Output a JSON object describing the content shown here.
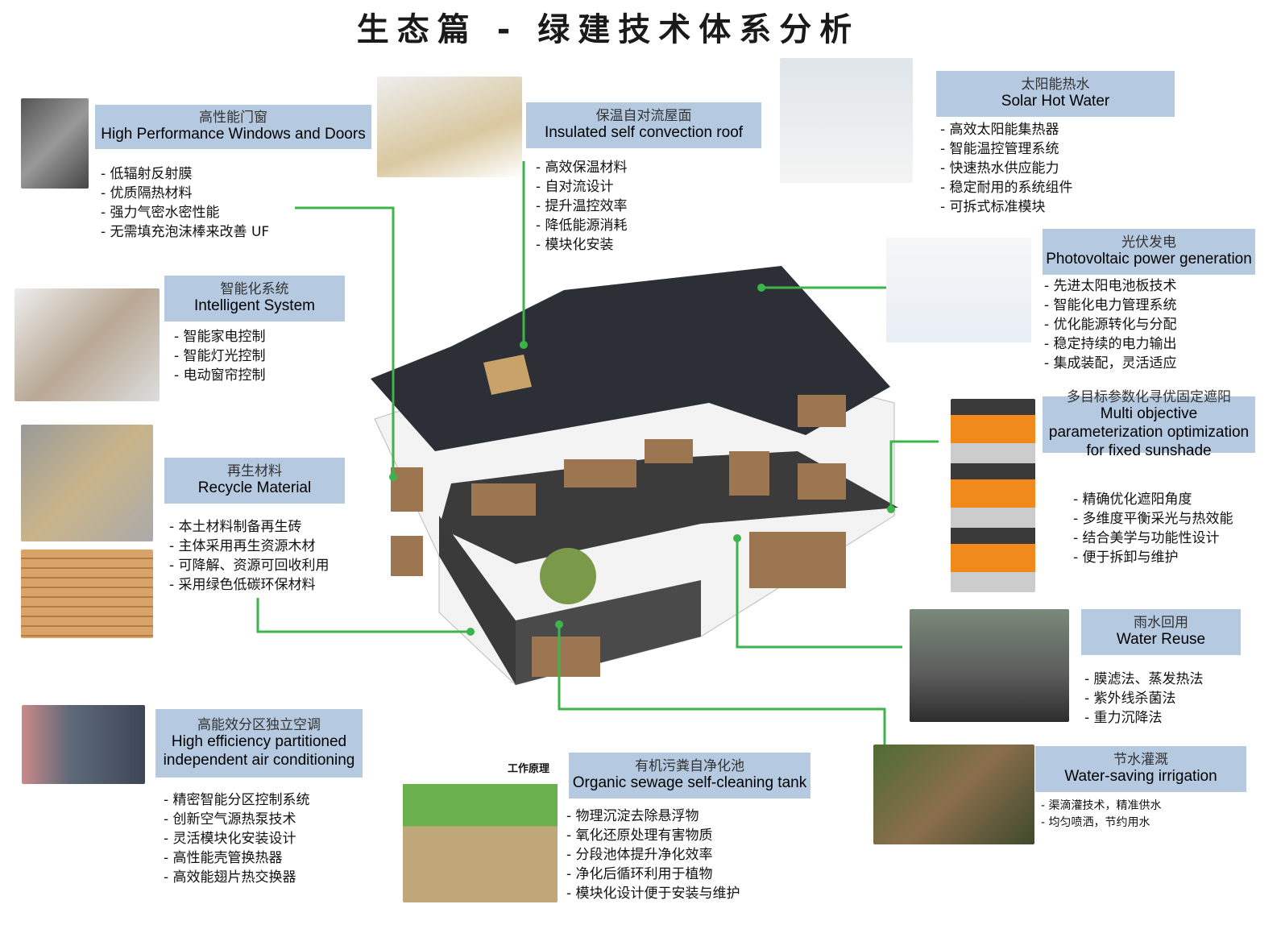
{
  "title": "生态篇 - 绿建技术体系分析",
  "colors": {
    "header_box": "#b5c9e0",
    "connector": "#3cb44b"
  },
  "modules": [
    {
      "cn": "高性能门窗",
      "en": "High Performance Windows and Doors",
      "bullets": [
        "- 低辐射反射膜",
        "- 优质隔热材料",
        "- 强力气密水密性能",
        "- 无需填充泡沫棒来改善 UF"
      ]
    },
    {
      "cn": "保温自对流屋面",
      "en": "Insulated self convection roof",
      "bullets": [
        "- 高效保温材料",
        "- 自对流设计",
        "- 提升温控效率",
        "- 降低能源消耗",
        "- 模块化安装"
      ]
    },
    {
      "cn": "太阳能热水",
      "en": "Solar Hot Water",
      "bullets": [
        "- 高效太阳能集热器",
        "- 智能温控管理系统",
        "- 快速热水供应能力",
        "- 稳定耐用的系统组件",
        "- 可拆式标准模块"
      ]
    },
    {
      "cn": "光伏发电",
      "en": "Photovoltaic power generation",
      "bullets": [
        "- 先进太阳电池板技术",
        "- 智能化电力管理系统",
        "- 优化能源转化与分配",
        "- 稳定持续的电力输出",
        "- 集成装配，灵活适应"
      ]
    },
    {
      "cn": "智能化系统",
      "en": "Intelligent System",
      "bullets": [
        "- 智能家电控制",
        "- 智能灯光控制",
        "- 电动窗帘控制"
      ]
    },
    {
      "cn": "再生材料",
      "en": "Recycle Material",
      "bullets": [
        "- 本土材料制备再生砖",
        "- 主体采用再生资源木材",
        "- 可降解、资源可回收利用",
        "- 采用绿色低碳环保材料"
      ]
    },
    {
      "cn": "多目标参数化寻优固定遮阳",
      "en": "Multi objective parameterization optimization for fixed sunshade",
      "bullets": [
        "- 精确优化遮阳角度",
        "- 多维度平衡采光与热效能",
        "- 结合美学与功能性设计",
        "- 便于拆卸与维护"
      ]
    },
    {
      "cn": "雨水回用",
      "en": "Water Reuse",
      "bullets": [
        "- 膜滤法、蒸发热法",
        "- 紫外线杀菌法",
        "- 重力沉降法"
      ]
    },
    {
      "cn": "节水灌溉",
      "en": "Water-saving irrigation",
      "bullets": [
        "- 渠滴灌技术，精准供水",
        "-  均匀喷洒，节约用水"
      ]
    },
    {
      "cn": "高能效分区独立空调",
      "en": "High efficiency partitioned independent air conditioning",
      "bullets": [
        "- 精密智能分区控制系统",
        "- 创新空气源热泵技术",
        "- 灵活模块化安装设计",
        "- 高性能壳管换热器",
        "- 高效能翅片热交换器"
      ]
    },
    {
      "cn": "有机污粪自净化池",
      "en": "Organic sewage self-cleaning tank",
      "bullets": [
        "- 物理沉淀去除悬浮物",
        "- 氧化还原处理有害物质",
        "- 分段池体提升净化效率",
        "- 净化后循环利用于植物",
        "- 模块化设计便于安装与维护"
      ]
    }
  ],
  "sewage_image_label": "工作原理"
}
